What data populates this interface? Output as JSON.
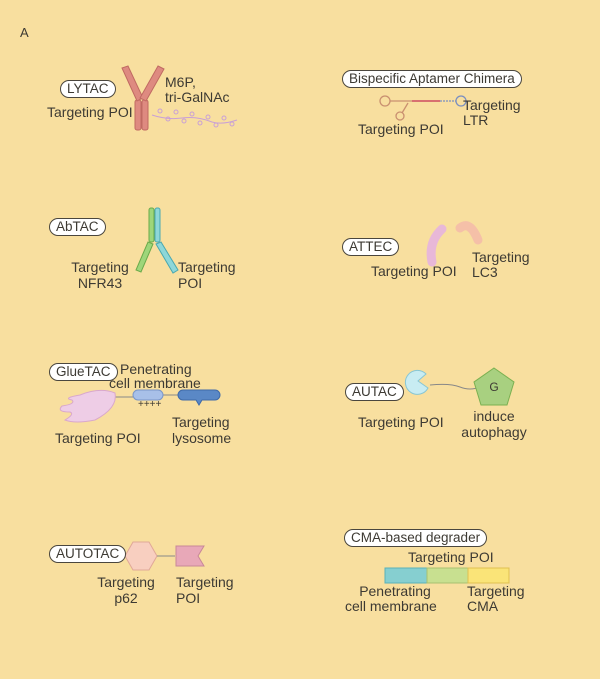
{
  "panel_label": "A",
  "lytac": {
    "name": "LYTAC",
    "poi": "Targeting POI",
    "ligand_line1": "M6P,",
    "ligand_line2": "tri-GalNAc"
  },
  "aptamer": {
    "name": "Bispecific Aptamer Chimera",
    "poi": "Targeting POI",
    "ltr_line1": "Targeting",
    "ltr_line2": "LTR"
  },
  "abtac": {
    "name": "AbTAC",
    "left_line1": "Targeting",
    "left_line2": "NFR43",
    "right_line1": "Targeting",
    "right_line2": "POI"
  },
  "attec": {
    "name": "ATTEC",
    "poi": "Targeting POI",
    "lc3_line1": "Targeting",
    "lc3_line2": "LC3"
  },
  "gluetac": {
    "name": "GlueTAC",
    "pen_line1": "Penetrating",
    "pen_line2": "cell membrane",
    "charge": "++++",
    "poi": "Targeting POI",
    "lys_line1": "Targeting",
    "lys_line2": "lysosome"
  },
  "autac": {
    "name": "AUTAC",
    "poi": "Targeting POI",
    "g": "G",
    "auto_line1": "induce",
    "auto_line2": "autophagy"
  },
  "autotac": {
    "name": "AUTOTAC",
    "p62_line1": "Targeting",
    "p62_line2": "p62",
    "poi_line1": "Targeting",
    "poi_line2": "POI"
  },
  "cma": {
    "name": "CMA-based degrader",
    "poi": "Targeting POI",
    "pen_line1": "Penetrating",
    "pen_line2": "cell membrane",
    "cma_line1": "Targeting",
    "cma_line2": "CMA"
  }
}
